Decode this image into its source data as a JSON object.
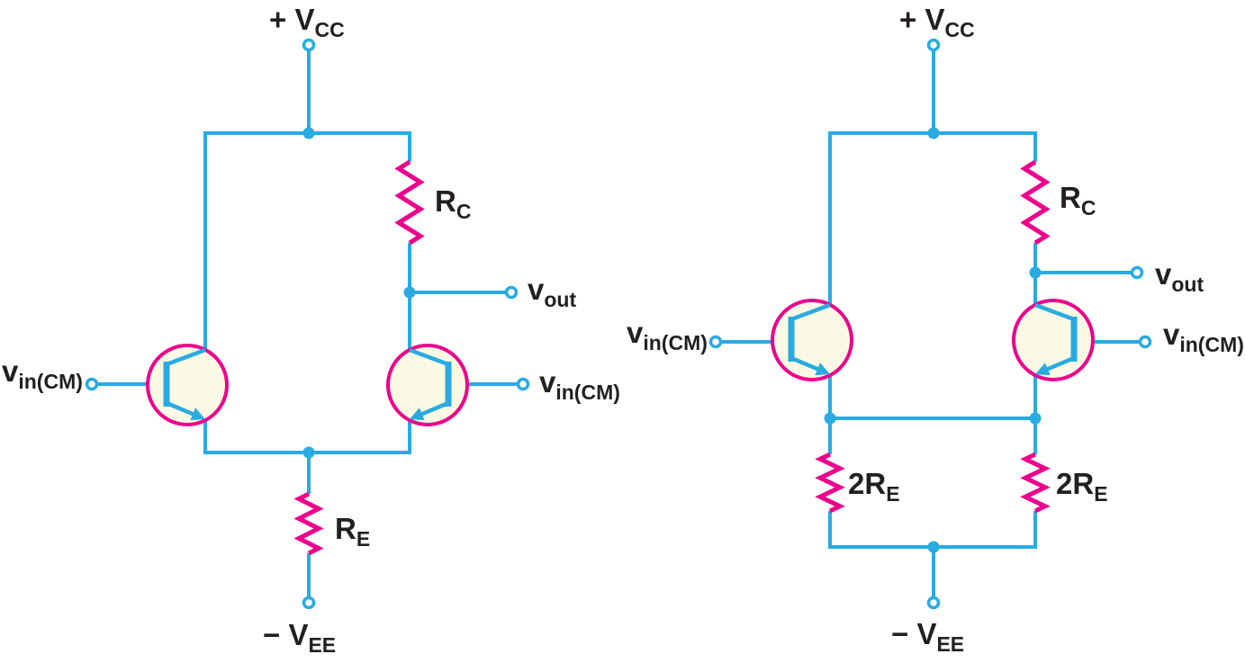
{
  "figure": {
    "colors": {
      "wire": "#29ABE2",
      "resistor": "#EC008C",
      "transistor_outline": "#EC008C",
      "transistor_fill": "#FBF9E4",
      "text": "#231F20",
      "background": "#FFFFFF"
    },
    "left_circuit": {
      "supply_positive": {
        "text": "+ V",
        "sub": "CC"
      },
      "supply_negative": {
        "text": "− V",
        "sub": "EE"
      },
      "collector_resistor": {
        "text": "R",
        "sub": "C"
      },
      "emitter_resistor": {
        "text": "R",
        "sub": "E"
      },
      "output": {
        "text": "v",
        "sub": "out"
      },
      "input_left": {
        "text": "v",
        "sub": "in(CM)"
      },
      "input_right": {
        "text": "v",
        "sub": "in(CM)"
      }
    },
    "right_circuit": {
      "supply_positive": {
        "text": "+ V",
        "sub": "CC"
      },
      "supply_negative": {
        "text": "− V",
        "sub": "EE"
      },
      "collector_resistor": {
        "text": "R",
        "sub": "C"
      },
      "emitter_resistor_left": {
        "text": "2R",
        "sub": "E"
      },
      "emitter_resistor_right": {
        "text": "2R",
        "sub": "E"
      },
      "output": {
        "text": "v",
        "sub": "out"
      },
      "input_left": {
        "text": "v",
        "sub": "in(CM)"
      },
      "input_right": {
        "text": "v",
        "sub": "in(CM)"
      }
    }
  }
}
